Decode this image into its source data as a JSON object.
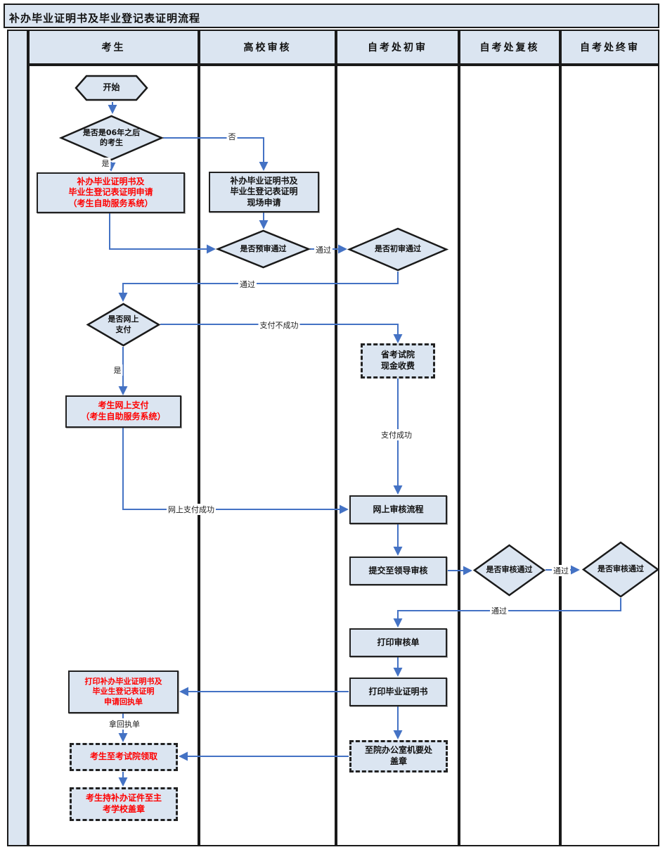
{
  "title": "补办毕业证明书及毕业登记表证明流程",
  "lanes": [
    {
      "label": "考生"
    },
    {
      "label": "高校审核"
    },
    {
      "label": "自考处初审"
    },
    {
      "label": "自考处复核"
    },
    {
      "label": "自考处终审"
    }
  ],
  "nodes": {
    "start": {
      "label": "开始",
      "shape": "hexagon"
    },
    "after2006": {
      "label": "是否是06年之后\n的考生",
      "shape": "diamond"
    },
    "apply_online": {
      "label": "补办毕业证明书及\n毕业生登记表证明申请\n（考生自助服务系统）",
      "shape": "process",
      "emphasis": "red"
    },
    "apply_onsite": {
      "label": "补办毕业证明书及\n毕业生登记表证明\n现场申请",
      "shape": "process"
    },
    "precheck": {
      "label": "是否预审通过",
      "shape": "diamond"
    },
    "firstcheck": {
      "label": "是否初审通过",
      "shape": "diamond"
    },
    "online_pay": {
      "label": "是否网上\n支付",
      "shape": "diamond"
    },
    "cash_pay": {
      "label": "省考试院\n现金收费",
      "shape": "dashed"
    },
    "candidate_pay": {
      "label": "考生网上支付\n（考生自助服务系统）",
      "shape": "process",
      "emphasis": "red"
    },
    "online_review": {
      "label": "网上审核流程",
      "shape": "process"
    },
    "submit_leader": {
      "label": "提交至领导审核",
      "shape": "process"
    },
    "recheck": {
      "label": "是否审核通过",
      "shape": "diamond"
    },
    "finalcheck": {
      "label": "是否审核通过",
      "shape": "diamond"
    },
    "print_review": {
      "label": "打印审核单",
      "shape": "process"
    },
    "print_cert": {
      "label": "打印毕业证明书",
      "shape": "process"
    },
    "print_receipt": {
      "label": "打印补办毕业证明书及\n毕业生登记表证明\n申请回执单",
      "shape": "process",
      "emphasis": "red"
    },
    "collect": {
      "label": "考生至考试院领取",
      "shape": "dashed",
      "emphasis": "red"
    },
    "office_seal": {
      "label": "至院办公室机要处\n盖章",
      "shape": "dashed"
    },
    "school_seal": {
      "label": "考生持补办证件至主\n考学校盖章",
      "shape": "dashed",
      "emphasis": "red"
    }
  },
  "edge_labels": {
    "no": "否",
    "yes1": "是",
    "pass1": "通过",
    "pass2": "通过",
    "pay_fail": "支付不成功",
    "yes2": "是",
    "pay_success": "支付成功",
    "online_pay_success": "网上支付成功",
    "pass3": "通过",
    "pass4": "通过",
    "take_receipt": "拿回执单"
  },
  "colors": {
    "shape_fill": "#dbe5f1",
    "border": "#1a1a1a",
    "arrow": "#4472c4",
    "emphasis_text": "#ff0000"
  }
}
